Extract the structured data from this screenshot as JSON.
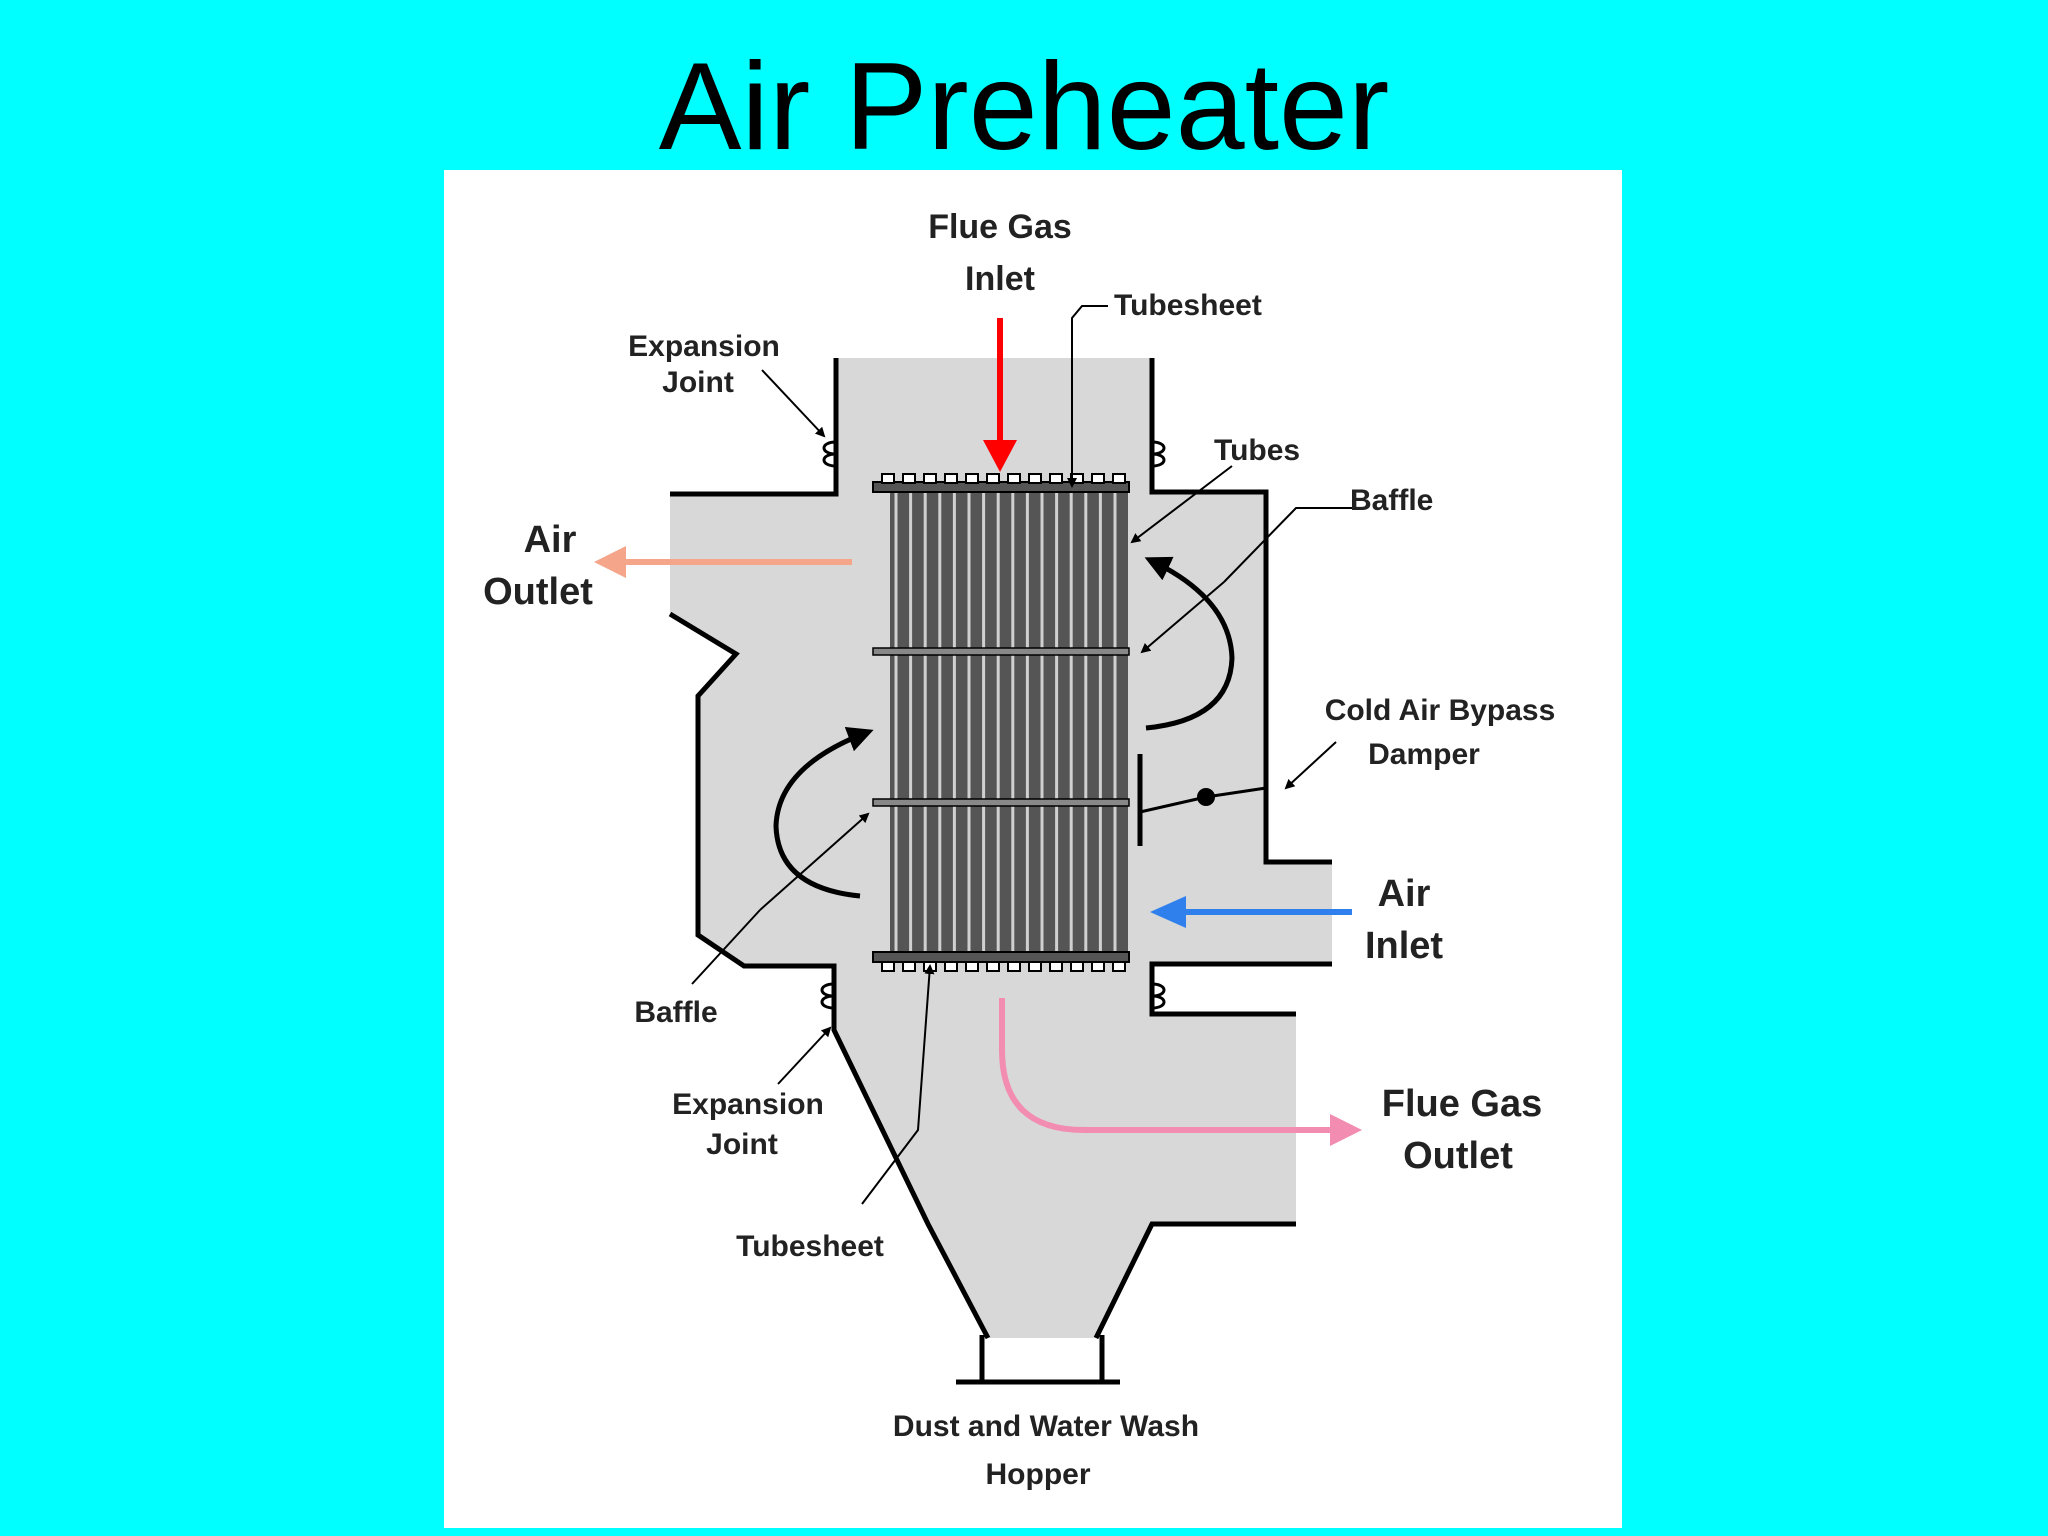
{
  "slide": {
    "title": "Air Preheater",
    "background_color": "#00FFFF",
    "panel_color": "#FFFFFF"
  },
  "diagram": {
    "colors": {
      "casing_fill": "#D8D8D8",
      "outline": "#000000",
      "tube": "#555555",
      "flue_gas_inlet_arrow": "#FF0000",
      "air_outlet_arrow": "#F4A58A",
      "air_inlet_arrow": "#2F80ED",
      "flue_gas_outlet_arrow": "#F28CB1"
    },
    "labels": {
      "flue_gas_inlet": [
        "Flue Gas",
        "Inlet"
      ],
      "tubesheet_top": "Tubesheet",
      "expansion_joint_top": [
        "Expansion",
        "Joint"
      ],
      "tubes": "Tubes",
      "baffle_right": "Baffle",
      "air_outlet": [
        "Air",
        "Outlet"
      ],
      "cold_air_bypass_damper": [
        "Cold Air Bypass",
        "Damper"
      ],
      "air_inlet": [
        "Air",
        "Inlet"
      ],
      "baffle_left": "Baffle",
      "expansion_joint_bottom": [
        "Expansion",
        "Joint"
      ],
      "flue_gas_outlet": [
        "Flue Gas",
        "Outlet"
      ],
      "tubesheet_bottom": "Tubesheet",
      "hopper": [
        "Dust and Water Wash",
        "Hopper"
      ]
    }
  }
}
